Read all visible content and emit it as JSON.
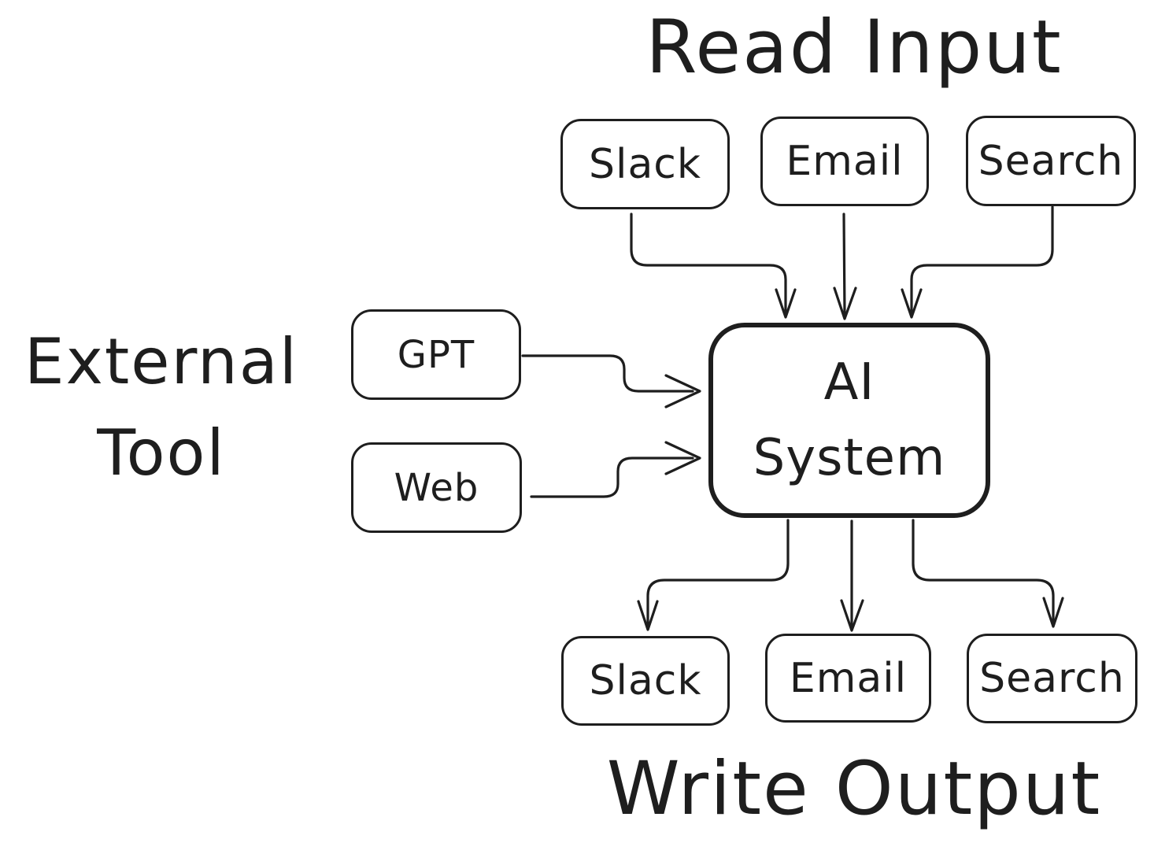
{
  "titles": {
    "read_input": "Read Input",
    "write_output": "Write Output",
    "external_tool_line1": "External",
    "external_tool_line2": "Tool"
  },
  "nodes": {
    "input": [
      {
        "label": "Slack"
      },
      {
        "label": "Email"
      },
      {
        "label": "Search"
      }
    ],
    "tools": [
      {
        "label": "GPT"
      },
      {
        "label": "Web"
      }
    ],
    "center": {
      "line1": "AI",
      "line2": "System"
    },
    "output": [
      {
        "label": "Slack"
      },
      {
        "label": "Email"
      },
      {
        "label": "Search"
      }
    ]
  },
  "edges": [
    {
      "from": "Slack (input)",
      "to": "AI System"
    },
    {
      "from": "Email (input)",
      "to": "AI System"
    },
    {
      "from": "Search (input)",
      "to": "AI System"
    },
    {
      "from": "GPT",
      "to": "AI System"
    },
    {
      "from": "Web",
      "to": "AI System"
    },
    {
      "from": "AI System",
      "to": "Slack (output)"
    },
    {
      "from": "AI System",
      "to": "Email (output)"
    },
    {
      "from": "AI System",
      "to": "Search (output)"
    }
  ],
  "colors": {
    "stroke": "#1e1e1e",
    "background": "#ffffff"
  }
}
